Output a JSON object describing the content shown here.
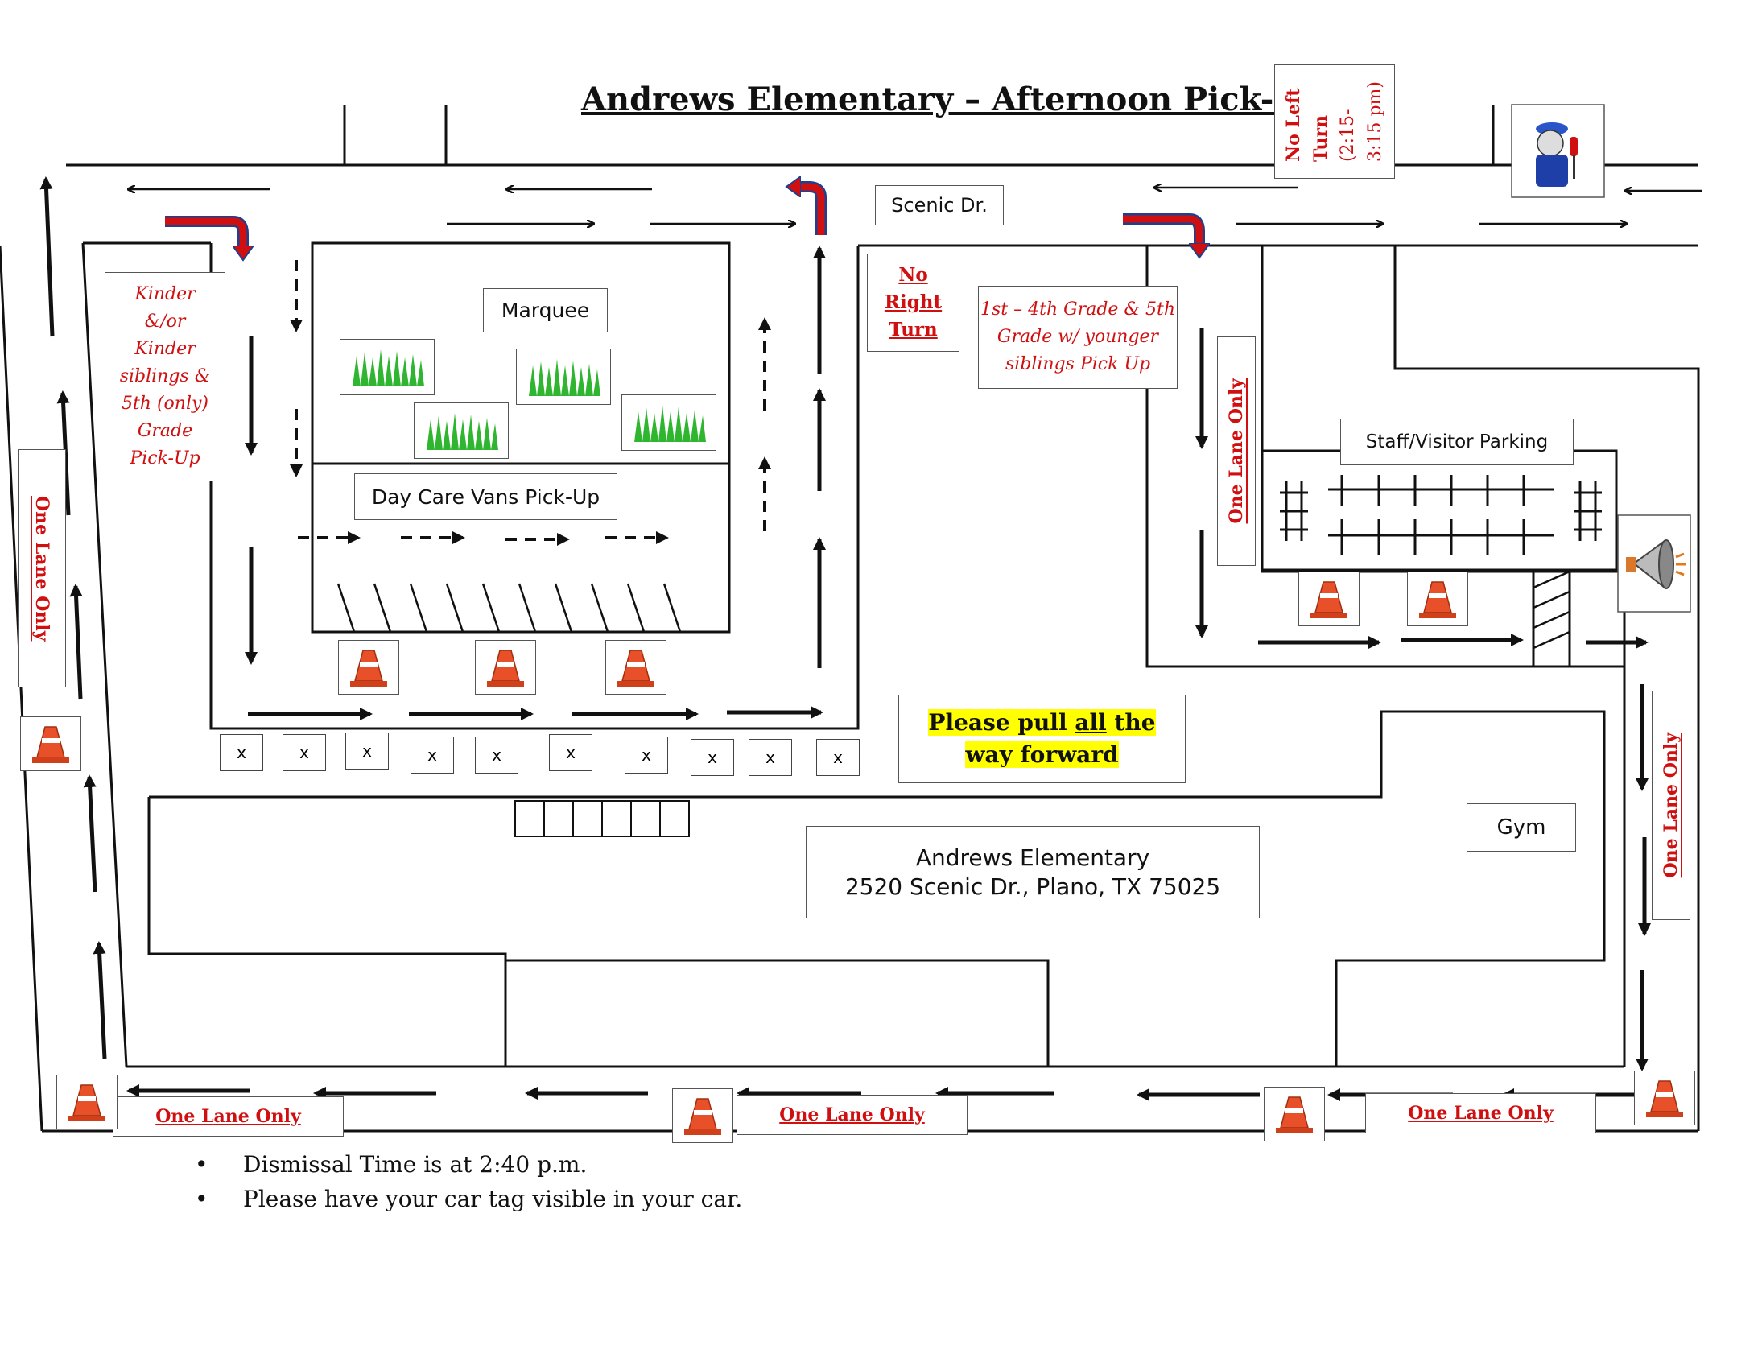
{
  "title": "Andrews Elementary – Afternoon Pick-Up",
  "street_label": "Scenic Dr.",
  "no_left_turn": {
    "line1": "No Left",
    "line2": "Turn",
    "line3": "(2:15-",
    "line4": "3:15 pm)"
  },
  "no_right_turn": {
    "line1": "No",
    "line2": "Right",
    "line3": "Turn"
  },
  "marquee": "Marquee",
  "kinder_label": {
    "l1": "Kinder",
    "l2": "&/or",
    "l3": "Kinder",
    "l4": "siblings &",
    "l5": "5th (only)",
    "l6": "Grade",
    "l7": "Pick-Up"
  },
  "grades_label": {
    "l1": "1st – 4th Grade & 5th",
    "l2": "Grade w/ younger",
    "l3": "siblings Pick Up"
  },
  "daycare": "Day Care Vans Pick-Up",
  "staff_parking": "Staff/Visitor Parking",
  "one_lane": "One Lane Only",
  "pull_forward": {
    "before": "Please pull ",
    "all": "all",
    "after": " the",
    "line2": "way forward"
  },
  "school": {
    "name": "Andrews Elementary",
    "address": "2520 Scenic Dr., Plano, TX 75025"
  },
  "gym": "Gym",
  "spot_mark": "x",
  "notes": [
    "Dismissal Time is at 2:40 p.m.",
    "Please have your car tag visible in your car."
  ],
  "colors": {
    "turn_arrow_red": "#d01010",
    "turn_arrow_outline": "#1f3f8f",
    "label_red": "#d01010",
    "highlight": "#ffff00",
    "cone": "#e8502a"
  },
  "icons": [
    "traffic-officer-icon",
    "megaphone-icon",
    "traffic-cone-icon",
    "grass-icon"
  ]
}
